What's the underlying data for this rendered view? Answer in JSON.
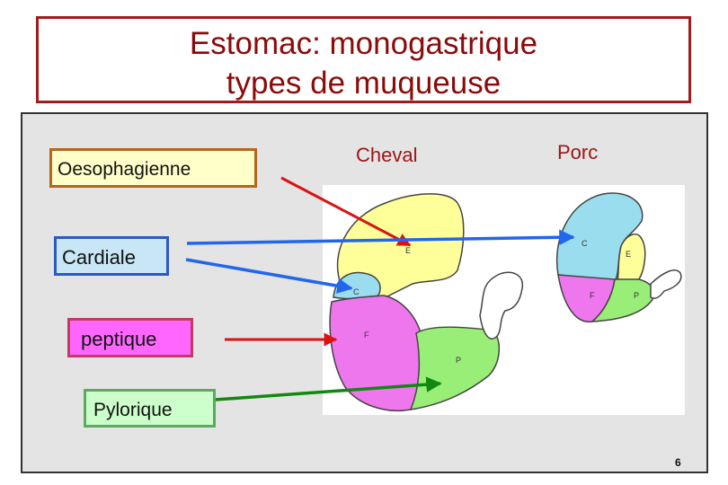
{
  "title": {
    "line1": "Estomac: monogastrique",
    "line2": "types de muqueuse"
  },
  "labels": {
    "oesophagienne": "Oesophagienne",
    "cardiale": "Cardiale",
    "peptique": "peptique",
    "pylorique": "Pylorique"
  },
  "species": {
    "cheval": "Cheval",
    "porc": "Porc"
  },
  "region_letters": {
    "cheval": {
      "oesophagienne": "E",
      "cardiale": "C",
      "peptique": "F",
      "pylorique": "P"
    },
    "porc": {
      "oesophagienne": "E",
      "cardiale": "C",
      "peptique": "F",
      "pylorique": "P"
    }
  },
  "colors": {
    "title_text": "#8b0a0a",
    "title_border": "#a21c1c",
    "oesophagienne_fill": "#ffff99",
    "cardiale_fill": "#99ddee",
    "peptique_fill": "#ee77ee",
    "pylorique_fill": "#99ee77",
    "arrow_red": "#dd1111",
    "arrow_blue": "#2266ee",
    "arrow_green": "#118811"
  },
  "page_number": "6"
}
